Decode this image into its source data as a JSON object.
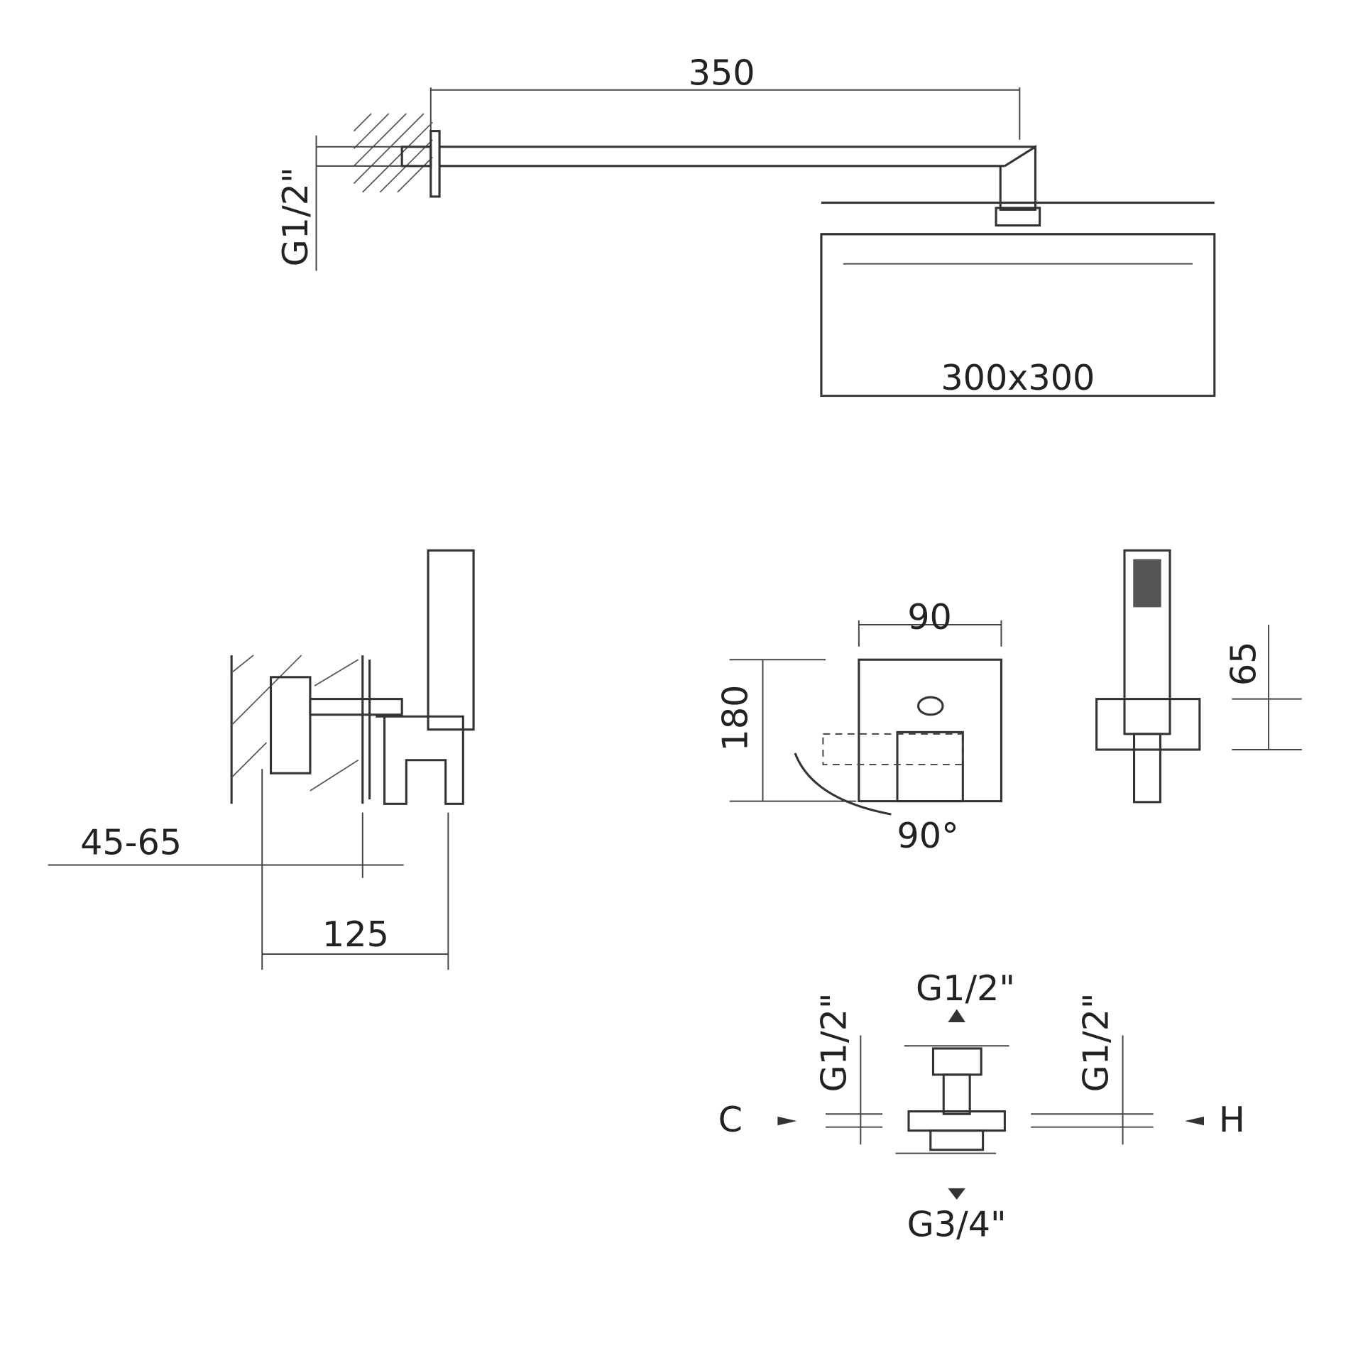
{
  "title": "Shower system technical drawing",
  "shower_arm": {
    "length_label": "350",
    "inlet_label": "G1/2\"",
    "head_size_label": "300x300"
  },
  "mixer_side": {
    "depth_label": "45-65",
    "projection_label": "125"
  },
  "mixer_front": {
    "width_label": "90",
    "height_label": "180",
    "rotation_label": "90°"
  },
  "hand_shower": {
    "height_label": "65"
  },
  "connections": {
    "top_label": "G1/2\"",
    "left_label": "G1/2\"",
    "right_label": "G1/2\"",
    "cold_label": "C",
    "hot_label": "H",
    "bottom_label": "G3/4\""
  }
}
